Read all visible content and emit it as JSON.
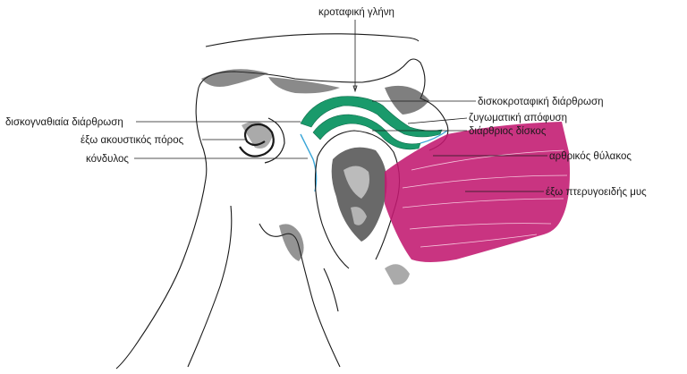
{
  "labels": {
    "glenoid_fossa": "κροταφική γλήνη",
    "discotemporal_joint": "δισκοκροταφική διάρθρωση",
    "zygomatic_process": "ζυγωματική απόφυση",
    "articular_disc": "διάρθριος δίσκος",
    "discomandibular_joint": "δισκογναθιαία διάρθρωση",
    "external_acoustic_meatus": "έξω ακουστικός πόρος",
    "condyle": "κόνδυλος",
    "joint_capsule": "αρθρικός θύλακος",
    "lateral_pterygoid": "έξω πτερυγοειδής μυς"
  },
  "colors": {
    "disc_green": "#1a9a6b",
    "synovial_blue": "#3aa6d8",
    "muscle_magenta": "#c2186f",
    "line_black": "#1a1a1a"
  }
}
